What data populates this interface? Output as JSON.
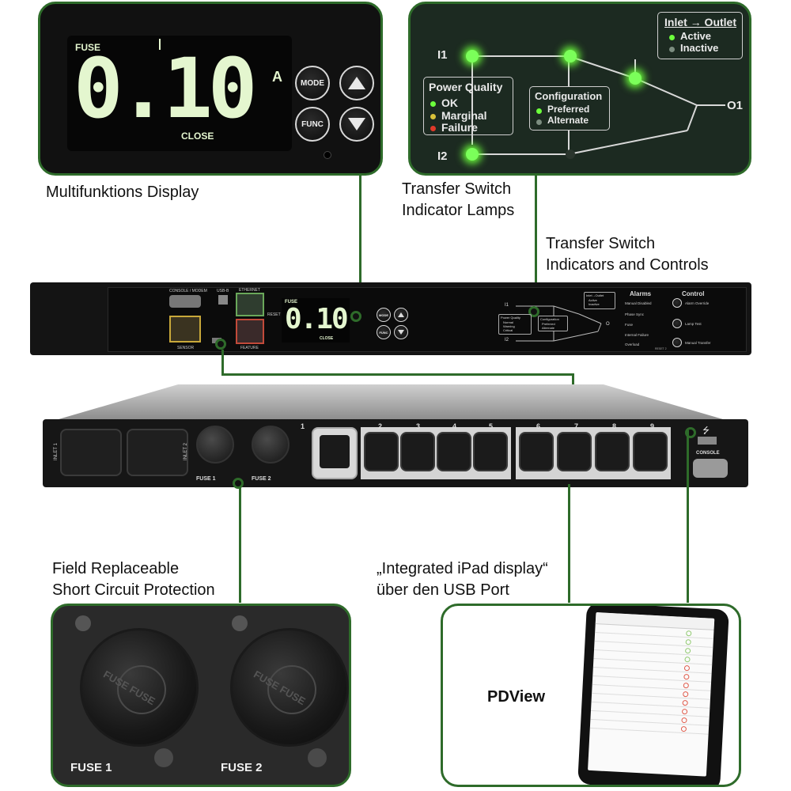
{
  "captions": {
    "display": "Multifunktions Display",
    "lamps_line1": "Transfer Switch",
    "lamps_line2": "Indicator Lamps",
    "controls_line1": "Transfer Switch",
    "controls_line2": "Indicators and Controls",
    "fuse_line1": "Field Replaceable",
    "fuse_line2": "Short Circuit Protection",
    "ipad_line1": "„Integrated iPad display“",
    "ipad_line2": "über den USB Port",
    "pdview": "PDView"
  },
  "display_panel": {
    "fuse_label": "FUSE",
    "digits": "0.10",
    "unit": "A",
    "close_label": "CLOSE",
    "mode_button": "MODE",
    "func_button": "FUNC"
  },
  "indicator_panel": {
    "i1": "I1",
    "i2": "I2",
    "o1": "O1",
    "inlet_outlet_title": "Inlet → Outlet",
    "active": "Active",
    "inactive": "Inactive",
    "power_quality_title": "Power Quality",
    "ok": "OK",
    "marginal": "Marginal",
    "failure": "Failure",
    "configuration_title": "Configuration",
    "preferred": "Preferred",
    "alternate": "Alternate"
  },
  "front_panel": {
    "console_modem": "CONSOLE / MODEM",
    "usb_b": "USB-B",
    "ethernet": "ETHERNET",
    "sensor": "SENSOR",
    "feature": "FEATURE",
    "reset": "RESET",
    "display_fuse": "FUSE",
    "display_digits": "0.10",
    "display_close": "CLOSE",
    "mode": "MODE",
    "func": "FUNC",
    "i1": "I1",
    "i2": "I2",
    "o": "O",
    "inlet_outlet": "Inlet→Outlet",
    "active": "Active",
    "inactive": "Inactive",
    "power_quality": "Power Quality",
    "normal": "Normal",
    "warning": "Warning",
    "critical": "Critical",
    "configuration": "Configuration",
    "preferred": "Preferred",
    "alternate": "Alternate",
    "alarms_title": "Alarms",
    "control_title": "Control",
    "alarms": [
      "Manual Disabled",
      "Phase Sync",
      "Fuse",
      "Internal Failure",
      "Overload"
    ],
    "controls": [
      "Alarm Override",
      "Lamp Test",
      "Manual Transfer"
    ],
    "reset_2": "RESET 2"
  },
  "rear_panel": {
    "inlet1": "INLET 1",
    "inlet2": "INLET 2",
    "fuse1": "FUSE 1",
    "fuse2": "FUSE 2",
    "outlet_numbers": [
      "1",
      "2",
      "3",
      "4",
      "5",
      "6",
      "7",
      "8",
      "9"
    ],
    "console": "CONSOLE"
  },
  "fuse_photo": {
    "fuse1": "FUSE 1",
    "fuse2": "FUSE 2",
    "cap_text": "FUSE FUSE"
  },
  "colors": {
    "callout_green": "#2e6b2a",
    "lcd_text": "#e4f6cf",
    "led_green": "#6cff3c",
    "led_yellow": "#d8c23a",
    "led_red": "#e03a2a"
  }
}
